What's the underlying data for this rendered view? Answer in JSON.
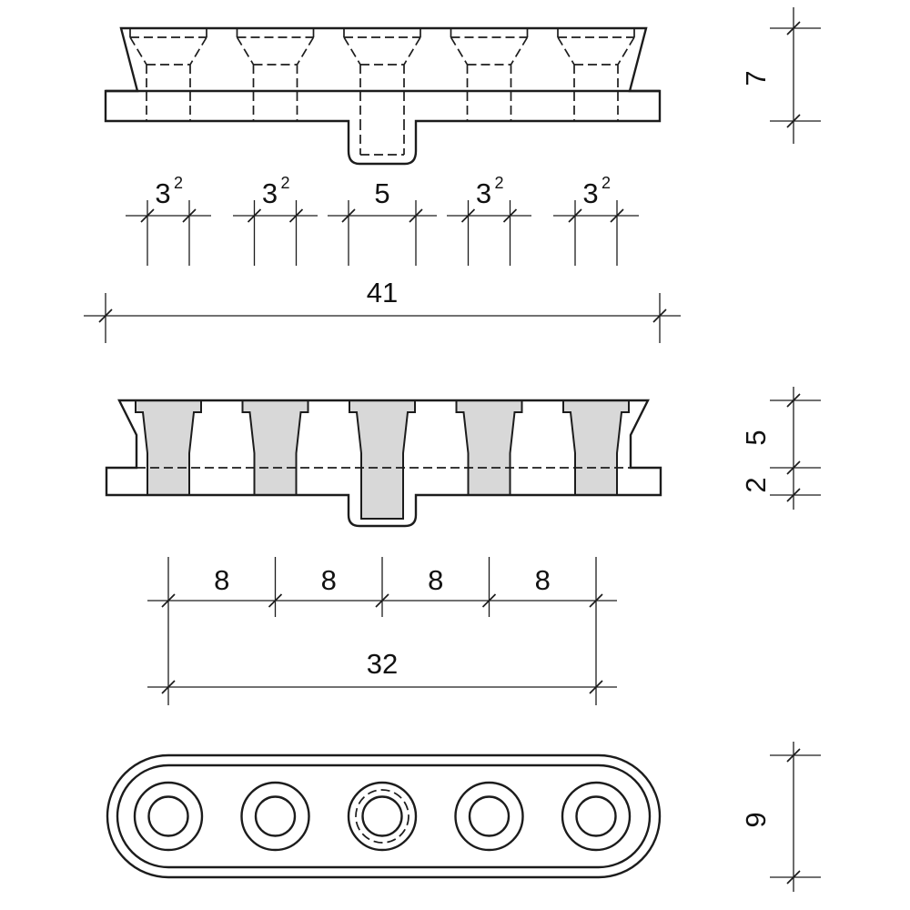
{
  "view1": {
    "dims_row1": [
      {
        "v": "3",
        "sup": "2"
      },
      {
        "v": "3",
        "sup": "2"
      },
      {
        "v": "5",
        "sup": ""
      },
      {
        "v": "3",
        "sup": "2"
      },
      {
        "v": "3",
        "sup": "2"
      }
    ],
    "dim_total": "41",
    "dim_height": "7"
  },
  "view2": {
    "dims_row1": [
      "8",
      "8",
      "8",
      "8"
    ],
    "dim_total": "32",
    "dim_body_height": "5",
    "dim_flange_height": "2"
  },
  "view3": {
    "dim_height": "9"
  },
  "colors": {
    "line": "#1c1c1c",
    "section_fill": "#d8d8d8",
    "background": "#ffffff"
  }
}
